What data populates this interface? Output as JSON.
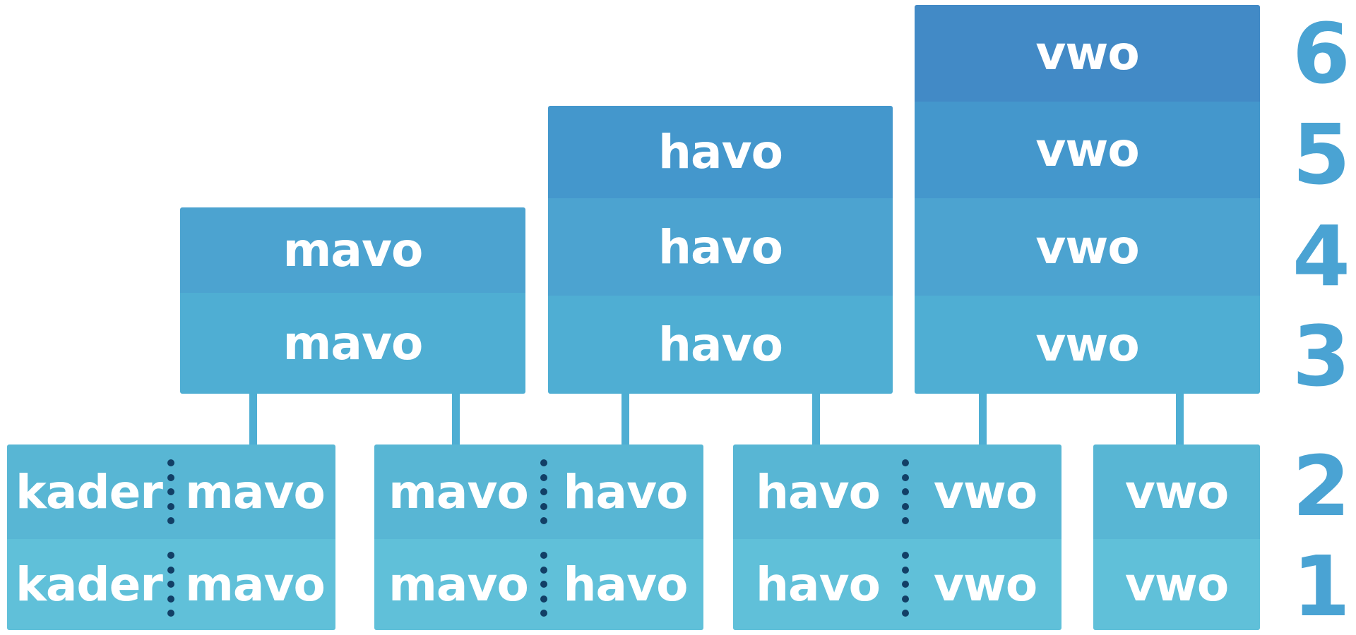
{
  "upper_blocks": {
    "mavo": [
      "mavo",
      "mavo"
    ],
    "havo": [
      "havo",
      "havo",
      "havo"
    ],
    "vwo": [
      "vwo",
      "vwo",
      "vwo",
      "vwo"
    ]
  },
  "lower_blocks": [
    {
      "row2": [
        "kader",
        "mavo"
      ],
      "row1": [
        "kader",
        "mavo"
      ]
    },
    {
      "row2": [
        "mavo",
        "havo"
      ],
      "row1": [
        "mavo",
        "havo"
      ]
    },
    {
      "row2": [
        "havo",
        "vwo"
      ],
      "row1": [
        "havo",
        "vwo"
      ]
    },
    {
      "row2": [
        "vwo"
      ],
      "row1": [
        "vwo"
      ]
    }
  ],
  "year_labels": [
    "6",
    "5",
    "4",
    "3",
    "2",
    "1"
  ],
  "colors": {
    "year6": "#428ac6",
    "year5": "#4497cc",
    "year4": "#4ca3d0",
    "year3": "#4faed3",
    "year2": "#58b6d4",
    "year1": "#60c0d9",
    "separator_dots": "#123f66",
    "year_label": "#4aa3d3"
  }
}
